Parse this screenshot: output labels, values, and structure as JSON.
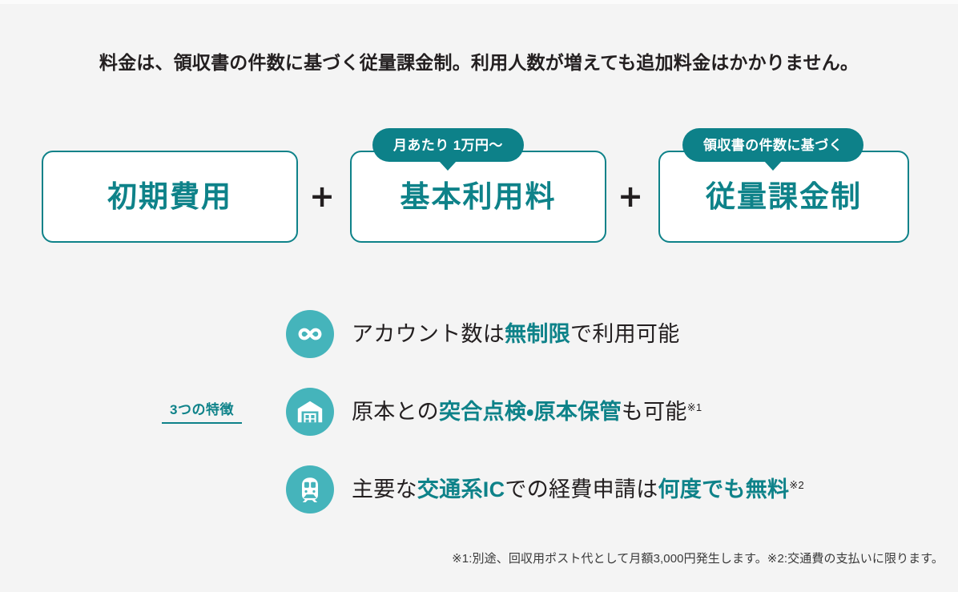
{
  "theme": {
    "background": "#f4f4f4",
    "teal_dark": "#0e8289",
    "teal_badge": "#0d8189",
    "teal_icon": "#45b4bb",
    "text_dark": "#231f20",
    "card_bg": "#ffffff"
  },
  "headline": "料金は、領収書の件数に基づく従量課金制。利用人数が増えても追加料金はかかりません。",
  "formula": {
    "operator": "+",
    "cards": [
      {
        "title": "初期費用",
        "badge": null
      },
      {
        "title": "基本利用料",
        "badge": "月あたり 1万円〜"
      },
      {
        "title": "従量課金制",
        "badge": "領収書の件数に基づく"
      }
    ]
  },
  "features": {
    "side_label": "3つの特徴",
    "items": [
      {
        "icon": "infinity-icon",
        "text_before": "アカウント数は",
        "highlight": "無制限",
        "text_after": "で利用可能",
        "note": ""
      },
      {
        "icon": "warehouse-icon",
        "text_before": "原本との",
        "highlight": "突合点検・原本保管",
        "text_after": "も可能",
        "note": "※1"
      },
      {
        "icon": "train-icon",
        "text_before": "主要な",
        "highlight": "交通系IC",
        "text_middle": "での経費申請は",
        "highlight2": "何度でも無料",
        "text_after": "",
        "note": "※2"
      }
    ]
  },
  "footnote": "※1:別途、回収用ポスト代として月額3,000円発生します。※2:交通費の支払いに限ります。"
}
